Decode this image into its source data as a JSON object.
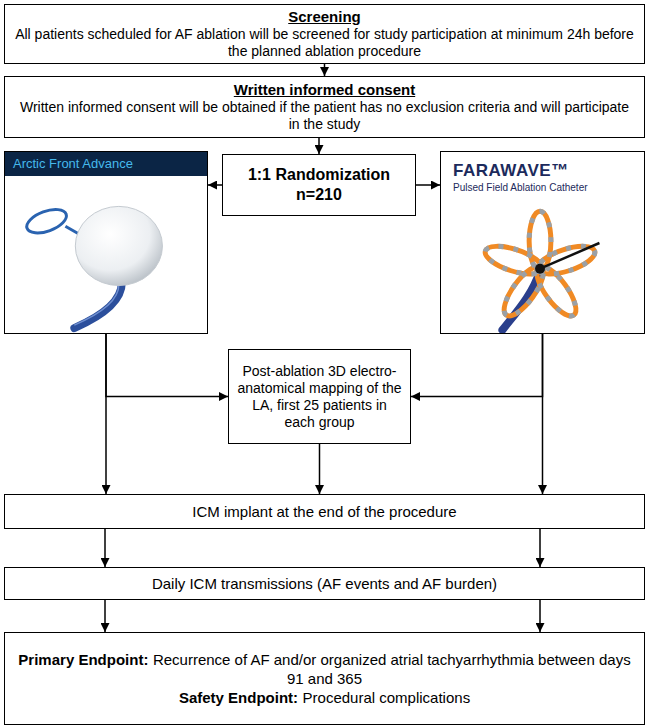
{
  "diagram": {
    "nodes": [
      {
        "text": [
          "Screening",
          "All patients scheduled for AF ablation will be screened for study participation at minimum 24h before the planned ablation procedure"
        ]
      },
      {
        "text": [
          "Written informed consent",
          "Written informed consent will be obtained if the patient has no exclusion criteria and will participate in the study"
        ]
      },
      {
        "text": [
          "Arctic Front Advance"
        ]
      },
      {
        "text": [
          "1:1 Randomization",
          "n=210"
        ]
      },
      {
        "text": [
          "FARAWAVE™",
          "Pulsed Field Ablation Catheter"
        ]
      },
      {
        "text": [
          "Post-ablation 3D electro-anatomical mapping of the LA, first 25 patients in each group"
        ]
      },
      {
        "text": [
          "ICM implant at the end of the procedure"
        ]
      },
      {
        "text": [
          "Daily ICM transmissions (AF events and AF burden)"
        ]
      },
      {
        "text": [
          "Primary Endpoint:",
          "Recurrence of AF and/or organized atrial tachyarrhythmia between days 91 and 365",
          "Safety Endpoint:",
          "Procedural complications"
        ]
      }
    ],
    "edges": [
      {
        "from": 0,
        "to": 1,
        "arrow": "to"
      },
      {
        "from": 1,
        "to": 3,
        "arrow": "to"
      },
      {
        "from": 3,
        "to": 2,
        "arrow": "to"
      },
      {
        "from": 3,
        "to": 4,
        "arrow": "to"
      },
      {
        "from": 2,
        "to": 6,
        "arrow": "to"
      },
      {
        "from": 2,
        "to": 5,
        "arrow": "to"
      },
      {
        "from": 4,
        "to": 6,
        "arrow": "to"
      },
      {
        "from": 4,
        "to": 5,
        "arrow": "to"
      },
      {
        "from": 5,
        "to": 6,
        "arrow": "to"
      },
      {
        "from": 6,
        "to": 7,
        "arrow": "to"
      },
      {
        "from": 6,
        "to": 7,
        "arrow": "to"
      },
      {
        "from": 7,
        "to": 8,
        "arrow": "to"
      },
      {
        "from": 7,
        "to": 8,
        "arrow": "to"
      }
    ]
  }
}
